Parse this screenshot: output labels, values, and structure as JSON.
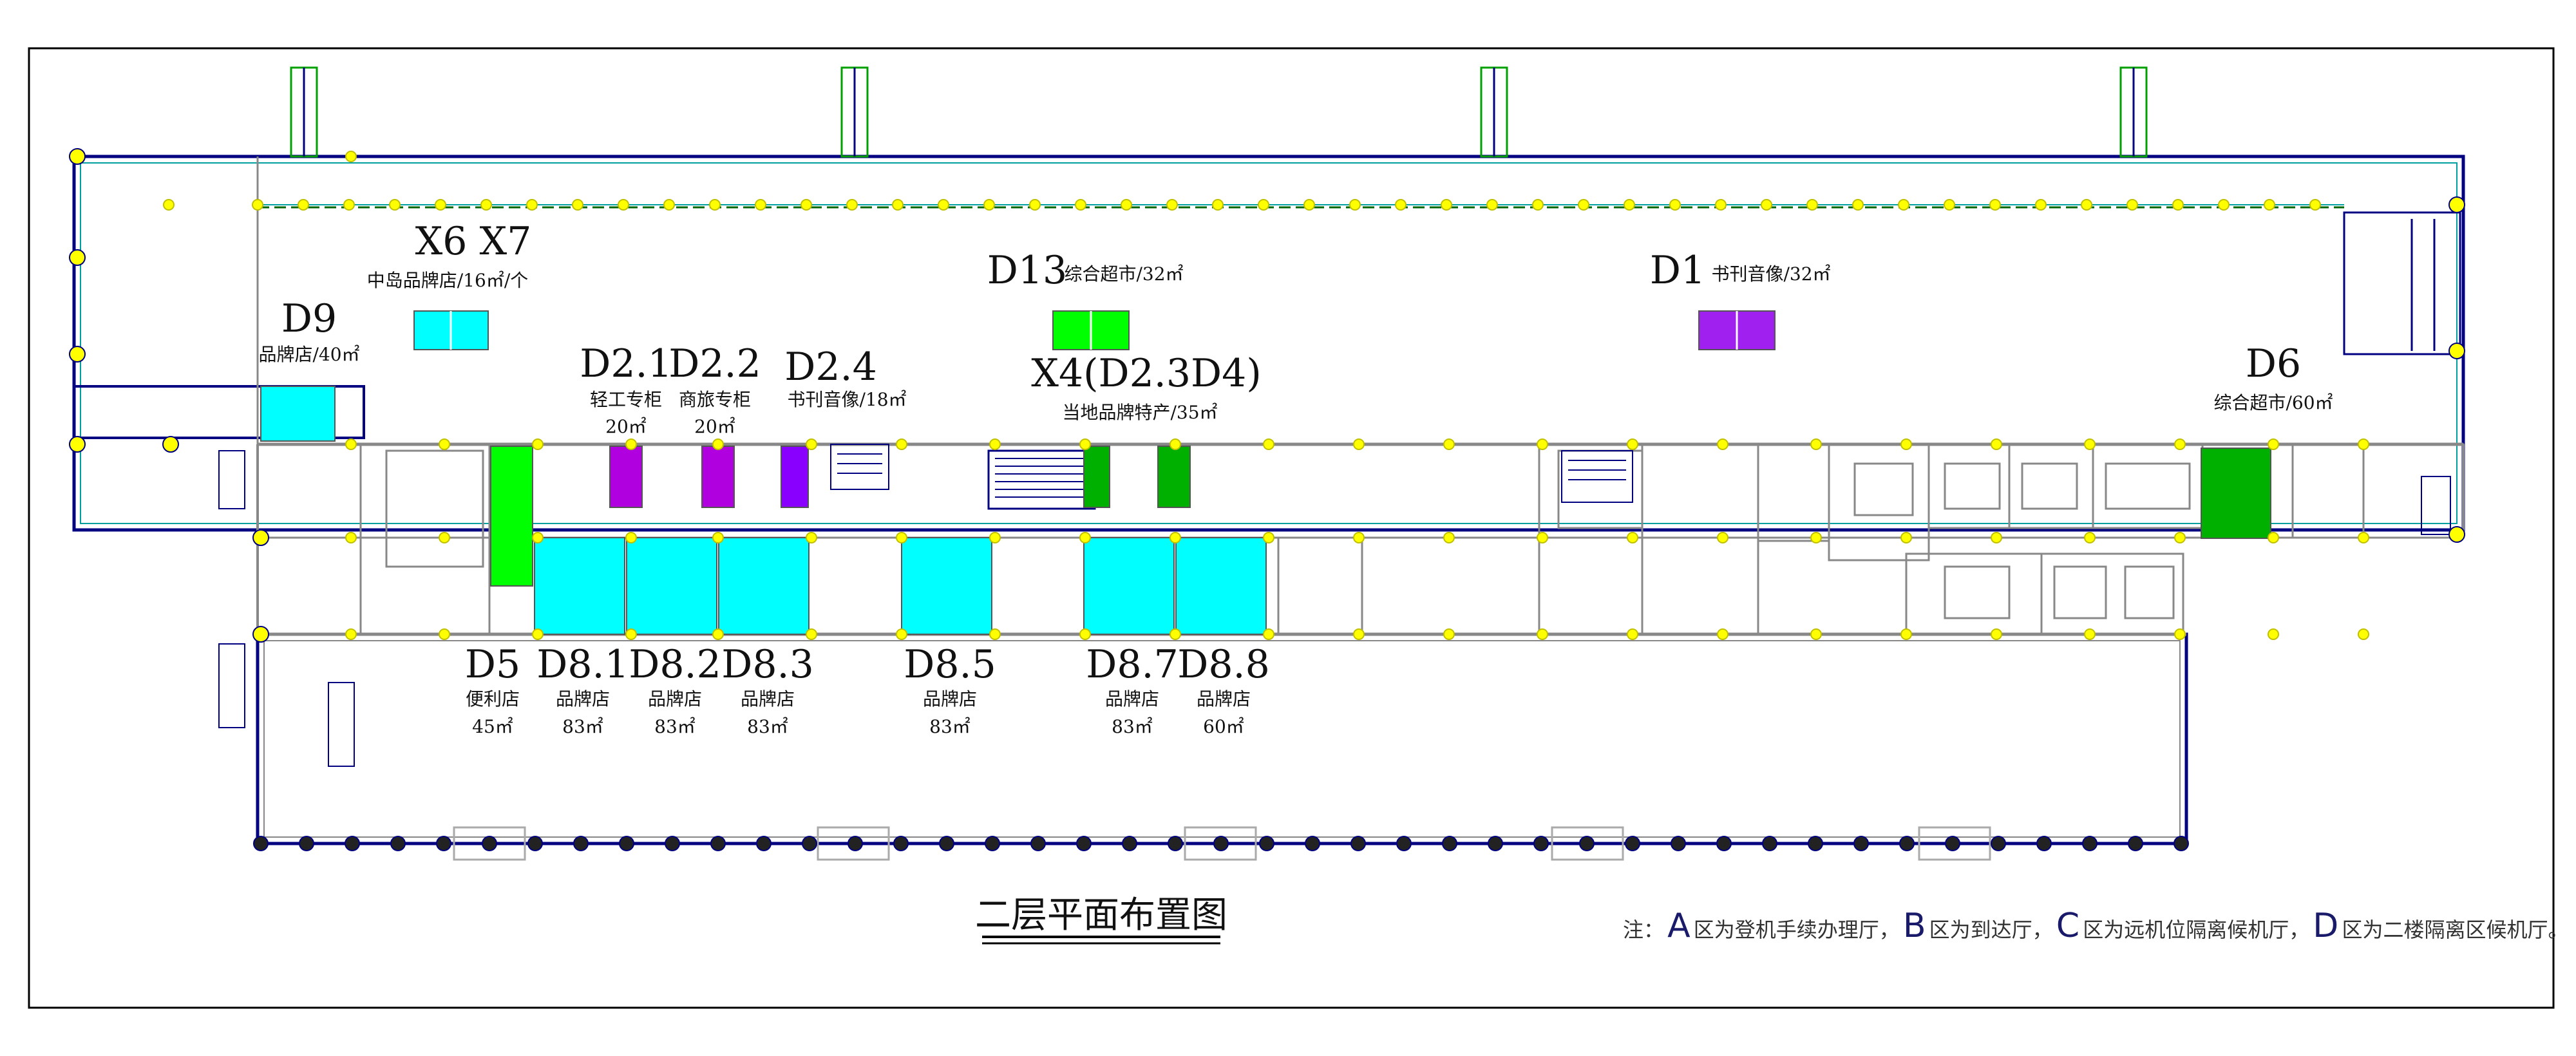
{
  "drawing_title": "二层平面布置图",
  "note": {
    "prefix": "注：",
    "items": [
      {
        "letter": "A",
        "text": "区为登机手续办理厅，"
      },
      {
        "letter": "B",
        "text": "区为到达厅，"
      },
      {
        "letter": "C",
        "text": "区为远机位隔离候机厅，"
      },
      {
        "letter": "D",
        "text": "区为二楼隔离区候机厅。"
      }
    ]
  },
  "colors": {
    "cyan": "#00ffff",
    "green": "#00ff00",
    "dark_green": "#00b000",
    "purple": "#a020f0",
    "violet": "#8a00ff",
    "yellow": "#ffff00",
    "wall": "#888888",
    "facade": "#000080"
  },
  "upper_labels": [
    {
      "id": "x6x7",
      "code": "X6 X7",
      "desc": "中岛品牌店/16㎡/个"
    },
    {
      "id": "d9",
      "code": "D9",
      "desc": "品牌店/40㎡"
    },
    {
      "id": "d13",
      "code": "D13",
      "desc": "综合超市/32㎡"
    },
    {
      "id": "d1",
      "code": "D1",
      "desc": "书刊音像/32㎡"
    },
    {
      "id": "d21",
      "code": "D2.1",
      "desc": "轻工专柜",
      "area": "20㎡"
    },
    {
      "id": "d22",
      "code": "D2.2",
      "desc": "商旅专柜",
      "area": "20㎡"
    },
    {
      "id": "d24",
      "code": "D2.4",
      "desc": "书刊音像/18㎡"
    },
    {
      "id": "x4",
      "code": "X4(D2.3D4)",
      "desc": "当地品牌特产/35㎡"
    },
    {
      "id": "d6",
      "code": "D6",
      "desc": "综合超市/60㎡"
    }
  ],
  "lower_labels": [
    {
      "id": "d5",
      "code": "D5",
      "desc": "便利店",
      "area": "45㎡"
    },
    {
      "id": "d81",
      "code": "D8.1",
      "desc": "品牌店",
      "area": "83㎡"
    },
    {
      "id": "d82",
      "code": "D8.2",
      "desc": "品牌店",
      "area": "83㎡"
    },
    {
      "id": "d83",
      "code": "D8.3",
      "desc": "品牌店",
      "area": "83㎡"
    },
    {
      "id": "d85",
      "code": "D8.5",
      "desc": "品牌店",
      "area": "83㎡"
    },
    {
      "id": "d87",
      "code": "D8.7",
      "desc": "品牌店",
      "area": "83㎡"
    },
    {
      "id": "d88",
      "code": "D8.8",
      "desc": "品牌店",
      "area": "60㎡"
    }
  ]
}
